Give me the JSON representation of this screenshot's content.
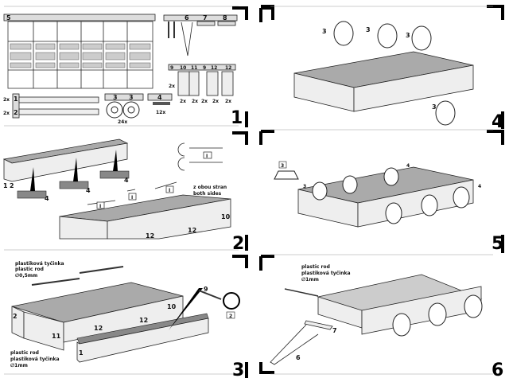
{
  "steps": [
    {
      "number": "1",
      "parts": {
        "p5": "5",
        "p6": "6",
        "p7": "7",
        "p8": "8",
        "p9a": "9",
        "p10": "10",
        "p11": "11",
        "p9b": "9",
        "p12a": "12",
        "p12b": "12",
        "p1": "1",
        "p2": "2",
        "p3a": "3",
        "p3b": "3",
        "p4": "4"
      },
      "counts": {
        "c9": "2x",
        "c10": "2x",
        "c11": "2x",
        "c9b": "2x",
        "c12a": "2x",
        "c12b": "2x",
        "c1": "2x",
        "c2": "2x",
        "c3": "24x",
        "c4": "12x"
      }
    },
    {
      "number": "2",
      "parts": {
        "p1": "1",
        "p2": "2",
        "p4a": "4",
        "p4b": "4",
        "p4c": "4",
        "pI1": "I",
        "pI2": "I",
        "pI3": "I",
        "pI4": "I",
        "p12a": "12",
        "p12b": "12",
        "p10": "10"
      },
      "note_cz": "z obou stran",
      "note_en": "both sides"
    },
    {
      "number": "3",
      "parts": {
        "p2": "2",
        "p11": "11",
        "p12a": "12",
        "p12b": "12",
        "p10": "10",
        "p1": "1",
        "p9": "9",
        "pwheel": "2"
      },
      "rod_top": {
        "cz": "plastiková tyčinka",
        "en": "plastic rod",
        "size": "∅0,5mm"
      },
      "rod_bottom": {
        "en": "plastic rod",
        "cz": "plastiková tyčinka",
        "size": "∅1mm"
      }
    },
    {
      "number": "4",
      "parts": {
        "p3a": "3",
        "p3b": "3",
        "p3c": "3",
        "p3d": "3"
      }
    },
    {
      "number": "5",
      "parts": {
        "p3a": "3",
        "p3b": "3",
        "p4a": "4",
        "p4b": "4"
      }
    },
    {
      "number": "6",
      "parts": {
        "p7": "7",
        "p6": "6"
      },
      "rod": {
        "en": "plastic rod",
        "cz": "plastiková tyčinka",
        "size": "∅1mm"
      }
    }
  ]
}
